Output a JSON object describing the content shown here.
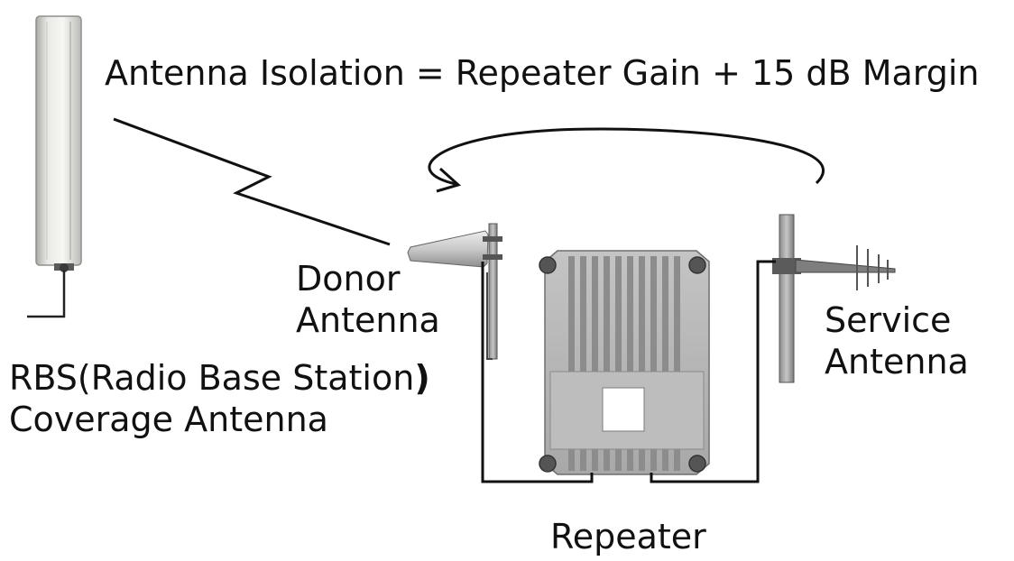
{
  "formula": "Antenna Isolation = Repeater Gain + 15 dB Margin",
  "rbs": {
    "line1": "RBS(Radio Base Station",
    "line1_close": ")",
    "line2": "Coverage Antenna"
  },
  "donor": {
    "line1": "Donor",
    "line2": "Antenna"
  },
  "service": {
    "line1": "Service",
    "line2": "Antenna"
  },
  "repeater": "Repeater"
}
